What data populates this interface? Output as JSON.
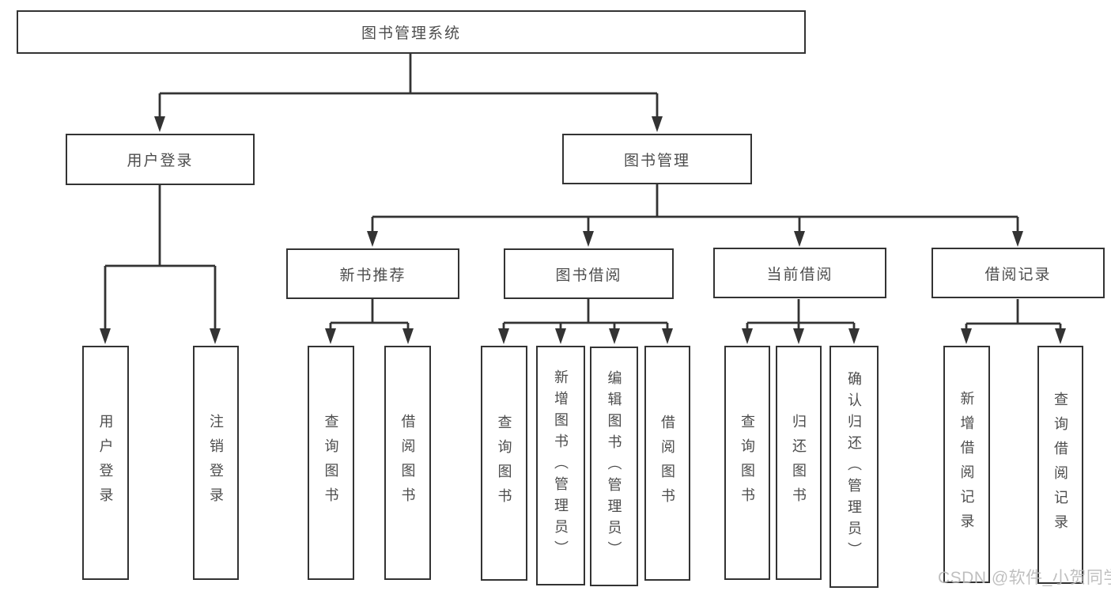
{
  "diagram": {
    "root": "图书管理系统",
    "branches": [
      {
        "label": "用户登录",
        "children": [
          {
            "label": "用户登录"
          },
          {
            "label": "注销登录"
          }
        ]
      },
      {
        "label": "图书管理",
        "children": [
          {
            "label": "新书推荐",
            "children": [
              {
                "label": "查询图书"
              },
              {
                "label": "借阅图书"
              }
            ]
          },
          {
            "label": "图书借阅",
            "children": [
              {
                "label": "查询图书"
              },
              {
                "label": "新增图书（管理员）"
              },
              {
                "label": "编辑图书（管理员）"
              },
              {
                "label": "借阅图书"
              }
            ]
          },
          {
            "label": "当前借阅",
            "children": [
              {
                "label": "查询图书"
              },
              {
                "label": "归还图书"
              },
              {
                "label": "确认归还（管理员）"
              }
            ]
          },
          {
            "label": "借阅记录",
            "children": [
              {
                "label": "新增借阅记录"
              },
              {
                "label": "查询借阅记录"
              }
            ]
          }
        ]
      }
    ]
  },
  "watermark": {
    "text": "CSDN @软件_小贺同学"
  },
  "colors": {
    "line": "#333333",
    "text": "#4d4d4d",
    "box_background": "#ffffff",
    "watermark": "#b9b9b9"
  }
}
